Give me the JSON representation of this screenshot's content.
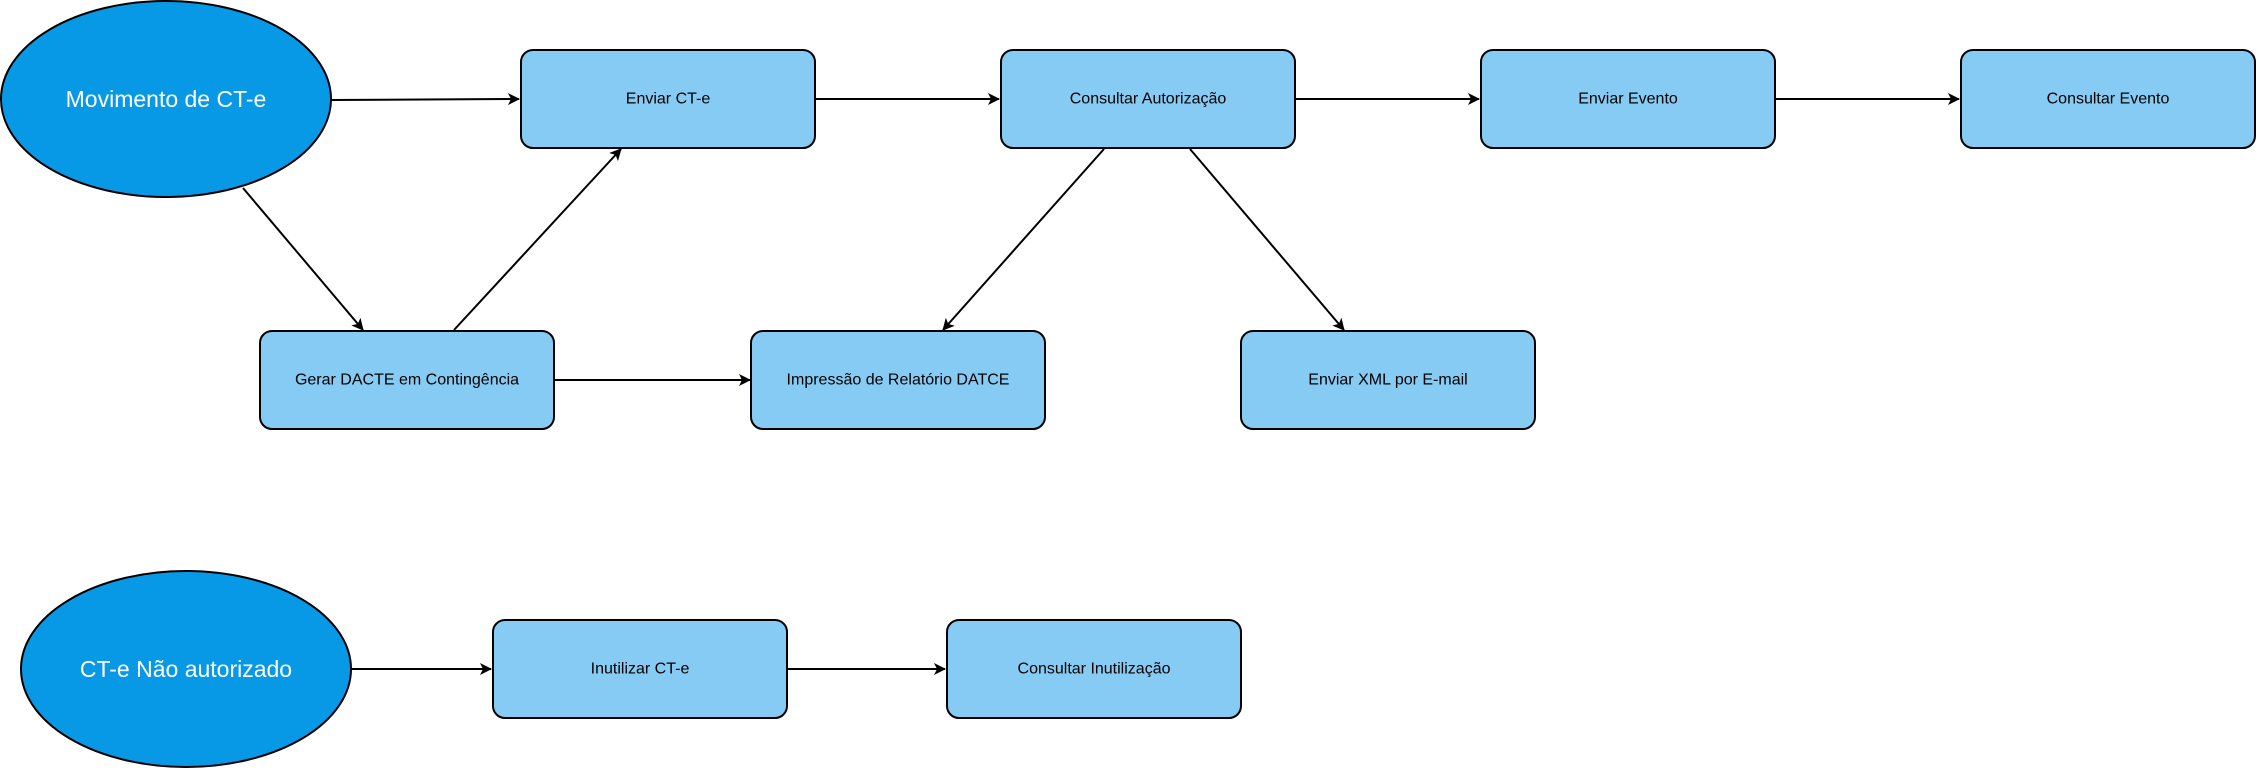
{
  "diagram": {
    "colors": {
      "ellipse_fill": "#0899E6",
      "box_fill": "#86CBF3",
      "stroke": "#000000",
      "ellipse_text": "#FFFFFF",
      "box_text": "#000000"
    },
    "nodes": {
      "movimento": "Movimento de CT-e",
      "nao_autorizado": "CT-e Não autorizado",
      "enviar_cte": "Enviar CT-e",
      "consultar_autorizacao": "Consultar Autorização",
      "enviar_evento": "Enviar Evento",
      "consultar_evento": "Consultar Evento",
      "gerar_dacte": "Gerar DACTE em Contingência",
      "impressao": "Impressão de Relatório DATCE",
      "enviar_xml": "Enviar XML por E-mail",
      "inutilizar": "Inutilizar CT-e",
      "consultar_inutilizacao": "Consultar Inutilização"
    }
  }
}
